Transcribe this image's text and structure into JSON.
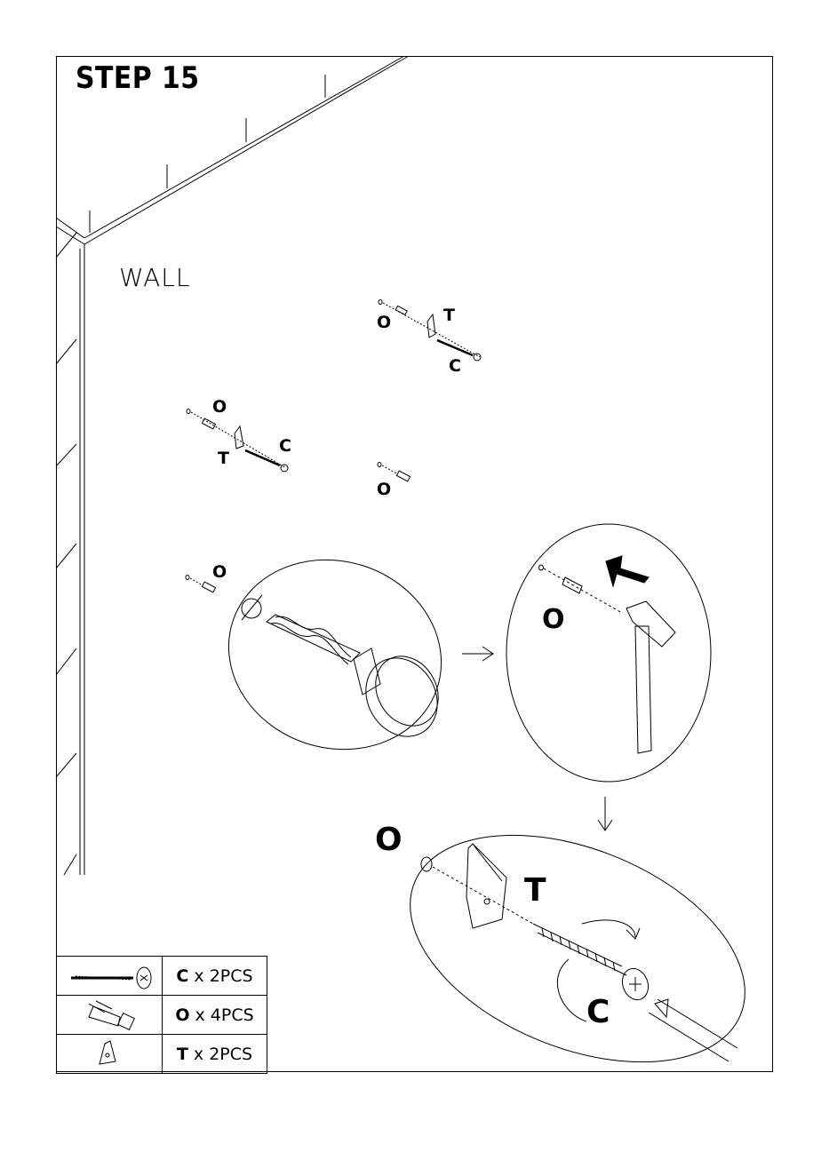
{
  "title": "STEP 15",
  "wall_label": "WALL",
  "callouts": {
    "top_o": "O",
    "top_t": "T",
    "top_c": "C",
    "left_o": "O",
    "left_t": "T",
    "left_c": "C",
    "mid_o": "O",
    "low_o": "O",
    "hammer_o": "O",
    "detail_o": "O",
    "detail_t": "T",
    "detail_c": "C"
  },
  "parts_list": [
    {
      "letter": "C",
      "qty": " x 2PCS",
      "icon": "screw-icon"
    },
    {
      "letter": "O",
      "qty": " x 4PCS",
      "icon": "wall-plug-icon"
    },
    {
      "letter": "T",
      "qty": " x 2PCS",
      "icon": "bracket-icon"
    }
  ]
}
